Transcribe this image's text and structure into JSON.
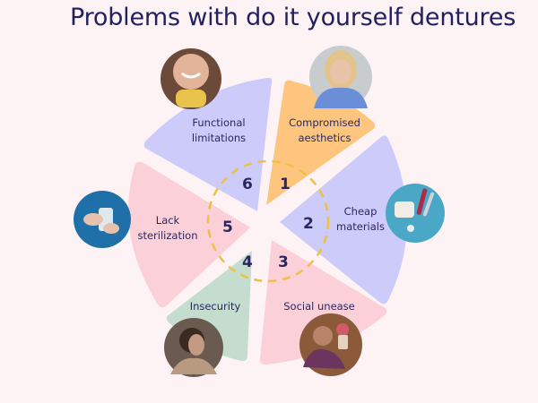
{
  "title": "Problems with do it yourself dentures",
  "colors": {
    "background": "#fdf3f5",
    "lavender": "#cccbfa",
    "orange": "#fdc57e",
    "pink": "#fbd0d8",
    "green": "#c5ddcf",
    "dashed_ring": "#eec044",
    "text": "#2a2760"
  },
  "segments": [
    {
      "number": "1",
      "label_line1": "Compromised",
      "label_line2": "aesthetics",
      "color": "orange",
      "photo": "woman-covering-face-photo"
    },
    {
      "number": "2",
      "label_line1": "Cheap",
      "label_line2": "materials",
      "color": "lavender",
      "photo": "dental-tools-photo"
    },
    {
      "number": "3",
      "label_line1": "Social unease",
      "label_line2": "",
      "color": "pink",
      "photo": "man-with-flowers-photo"
    },
    {
      "number": "4",
      "label_line1": "Insecurity",
      "label_line2": "",
      "color": "green",
      "photo": "person-hiding-face-photo"
    },
    {
      "number": "5",
      "label_line1": "Lack",
      "label_line2": "sterilization",
      "color": "pink",
      "photo": "sanitizer-hands-photo"
    },
    {
      "number": "6",
      "label_line1": "Functional",
      "label_line2": "limitations",
      "color": "lavender",
      "photo": "smiling-woman-photo"
    }
  ]
}
